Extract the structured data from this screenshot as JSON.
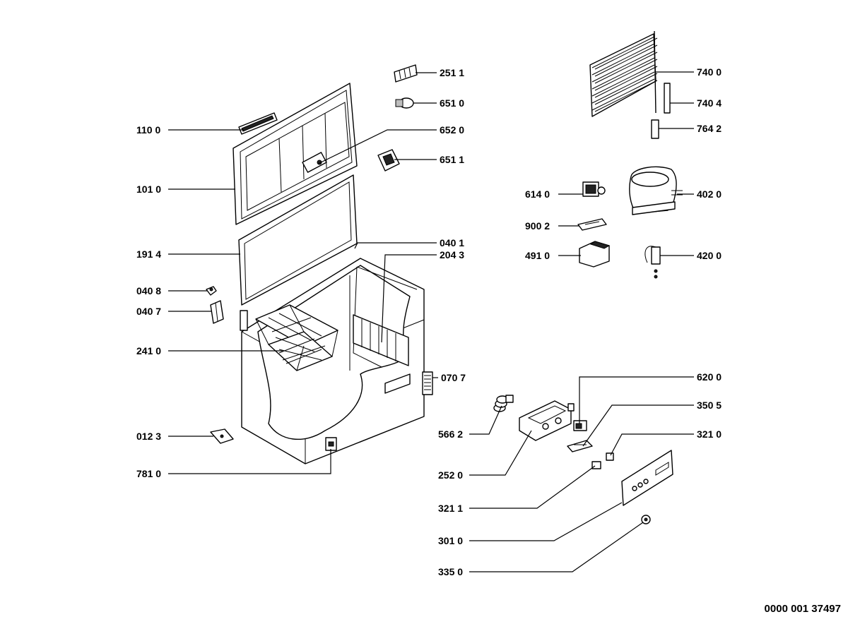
{
  "document_number": "0000 001 37497",
  "callouts": {
    "p251_1": "251 1",
    "p651_0": "651 0",
    "p110_0": "110 0",
    "p652_0": "652 0",
    "p651_1": "651 1",
    "p101_0": "101 0",
    "p040_1": "040 1",
    "p191_4": "191 4",
    "p204_3": "204 3",
    "p040_8": "040 8",
    "p040_7": "040 7",
    "p241_0": "241 0",
    "p070_7": "070 7",
    "p012_3": "012 3",
    "p781_0": "781 0",
    "p740_0": "740 0",
    "p740_4": "740 4",
    "p764_2": "764 2",
    "p614_0": "614 0",
    "p402_0": "402 0",
    "p900_2": "900 2",
    "p491_0": "491 0",
    "p420_0": "420 0",
    "p620_0": "620 0",
    "p350_5": "350 5",
    "p566_2": "566 2",
    "p321_0": "321 0",
    "p252_0": "252 0",
    "p321_1": "321 1",
    "p301_0": "301 0",
    "p335_0": "335 0"
  }
}
